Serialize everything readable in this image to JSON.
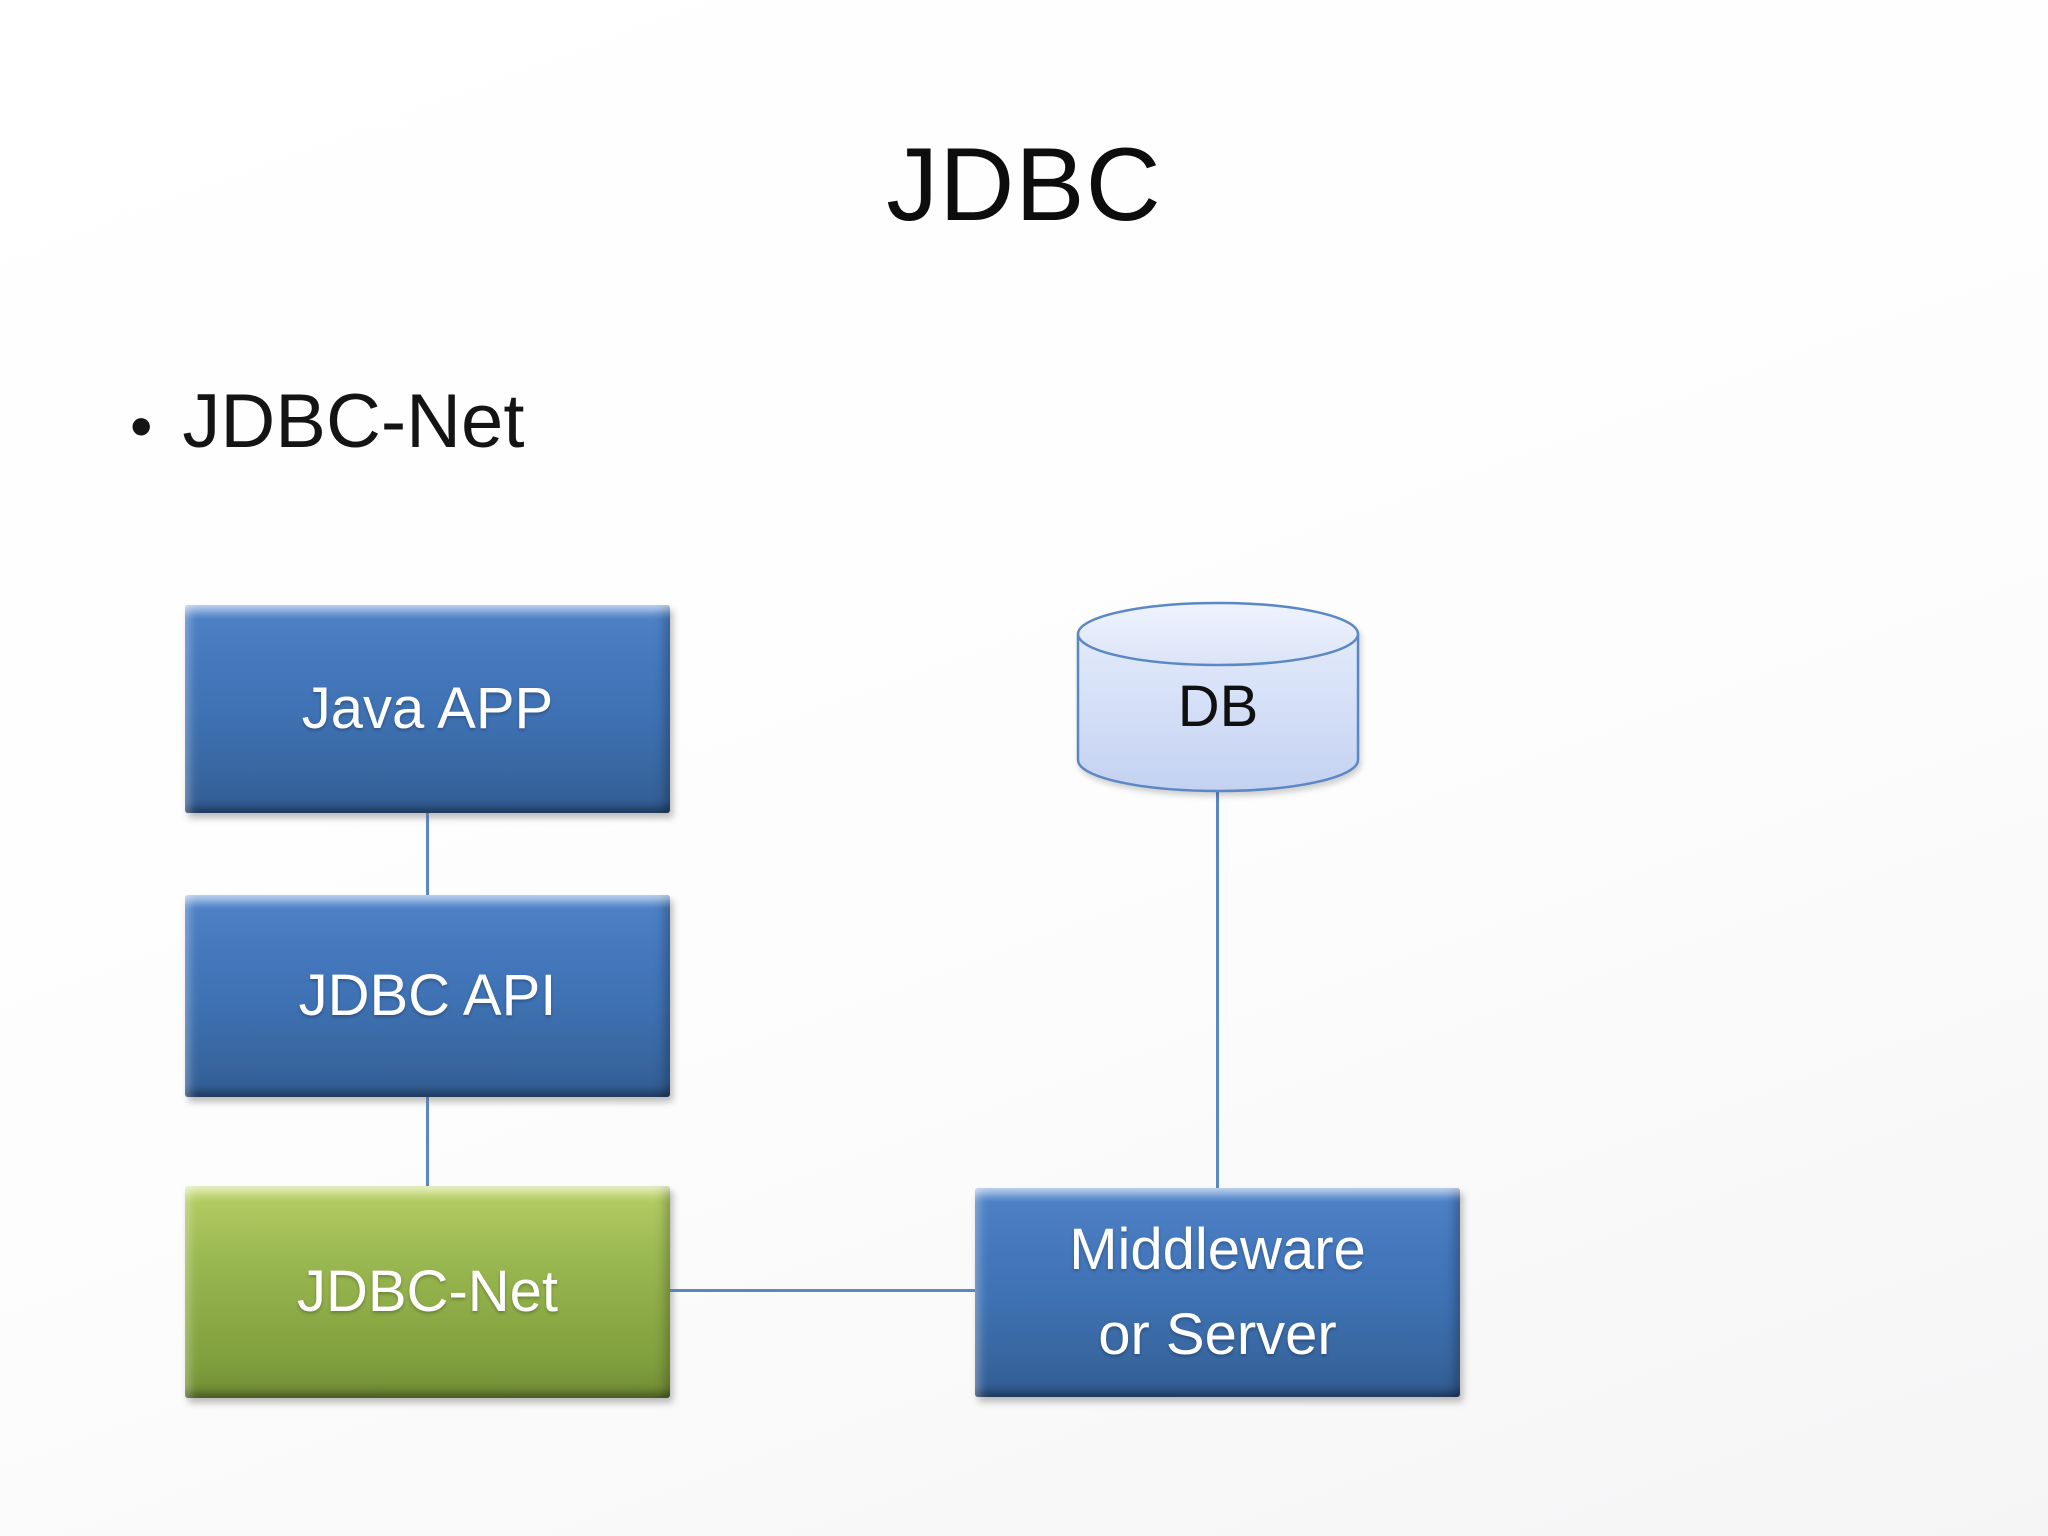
{
  "slide": {
    "title": "JDBC",
    "bullet": {
      "marker": "•",
      "text": "JDBC-Net"
    },
    "colors": {
      "accent-blue": "#3f72b4",
      "accent-green": "#8fad48",
      "cylinder-fill-top": "#e8eefc",
      "cylinder-fill-bottom": "#c3d2f1",
      "cylinder-stroke": "#5b88c4",
      "connector": "#5b88c4",
      "box-text": "#ffffff",
      "title-text": "#0d0d0d"
    },
    "diagram": {
      "nodes": {
        "java_app": {
          "label": "Java APP",
          "shape": "box",
          "color": "blue"
        },
        "jdbc_api": {
          "label": "JDBC API",
          "shape": "box",
          "color": "blue"
        },
        "jdbc_net": {
          "label": "JDBC-Net",
          "shape": "box",
          "color": "green"
        },
        "middleware": {
          "lines": [
            "Middleware",
            "or Server"
          ],
          "shape": "box",
          "color": "blue"
        },
        "db": {
          "label": "DB",
          "shape": "cylinder",
          "color": "light-blue"
        }
      },
      "edges": [
        {
          "from": "java_app",
          "to": "jdbc_api"
        },
        {
          "from": "jdbc_api",
          "to": "jdbc_net"
        },
        {
          "from": "jdbc_net",
          "to": "middleware"
        },
        {
          "from": "db",
          "to": "middleware"
        }
      ]
    }
  }
}
